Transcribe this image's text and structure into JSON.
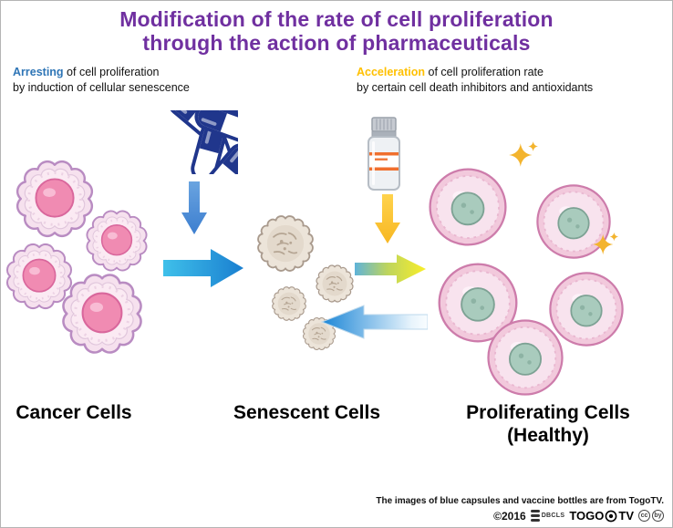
{
  "title": {
    "line1": "Modification of the rate of cell proliferation",
    "line2": "through the action of pharmaceuticals"
  },
  "annotations": {
    "left": {
      "highlight": "Arresting",
      "rest": " of cell proliferation",
      "line2": "by induction of cellular senescence"
    },
    "right": {
      "highlight": "Acceleration",
      "rest": " of cell proliferation rate",
      "line2": "by certain cell death inhibitors and antioxidants"
    }
  },
  "labels": {
    "cancer": "Cancer Cells",
    "senescent": "Senescent Cells",
    "proliferating_line1": "Proliferating Cells",
    "proliferating_line2": "(Healthy)"
  },
  "footer": {
    "credit": "The images of blue capsules and vaccine bottles are from TogoTV.",
    "copyright": "©2016",
    "dbcls": "DBCLS",
    "togo": "TOGO",
    "tv": "TV",
    "cc1": "cc",
    "cc2": "by"
  },
  "icons": {
    "capsule-icon": "blue and white medicine capsule",
    "vaccine-vial-icon": "vaccine bottle",
    "sparkle-icon": "four-point sparkle",
    "arrow-down-blue-icon": "blue downward arrow",
    "arrow-down-yellow-icon": "yellow downward arrow",
    "arrow-right-blue-icon": "blue right arrow from cancer to senescent cells",
    "arrow-right-blue-yellow-icon": "blue-to-yellow right arrow from senescent to proliferating cells",
    "arrow-left-fading-icon": "blue-to-white left arrow from proliferating to senescent cells"
  },
  "colors": {
    "title": "#7030a0",
    "arresting_highlight": "#2e75b6",
    "acceleration_highlight": "#ffc000",
    "blue_down_arrow": "#4a8ed8",
    "yellow_down_arrow": "#fcc52c",
    "cancer_cell_fill": "#f6e1ee",
    "cancer_nucleus": "#f08bb2",
    "senescent_cell_fill": "#ece4d9",
    "healthy_cell_fill": "#f2c9dc",
    "healthy_nucleus": "#a9cbbd"
  }
}
